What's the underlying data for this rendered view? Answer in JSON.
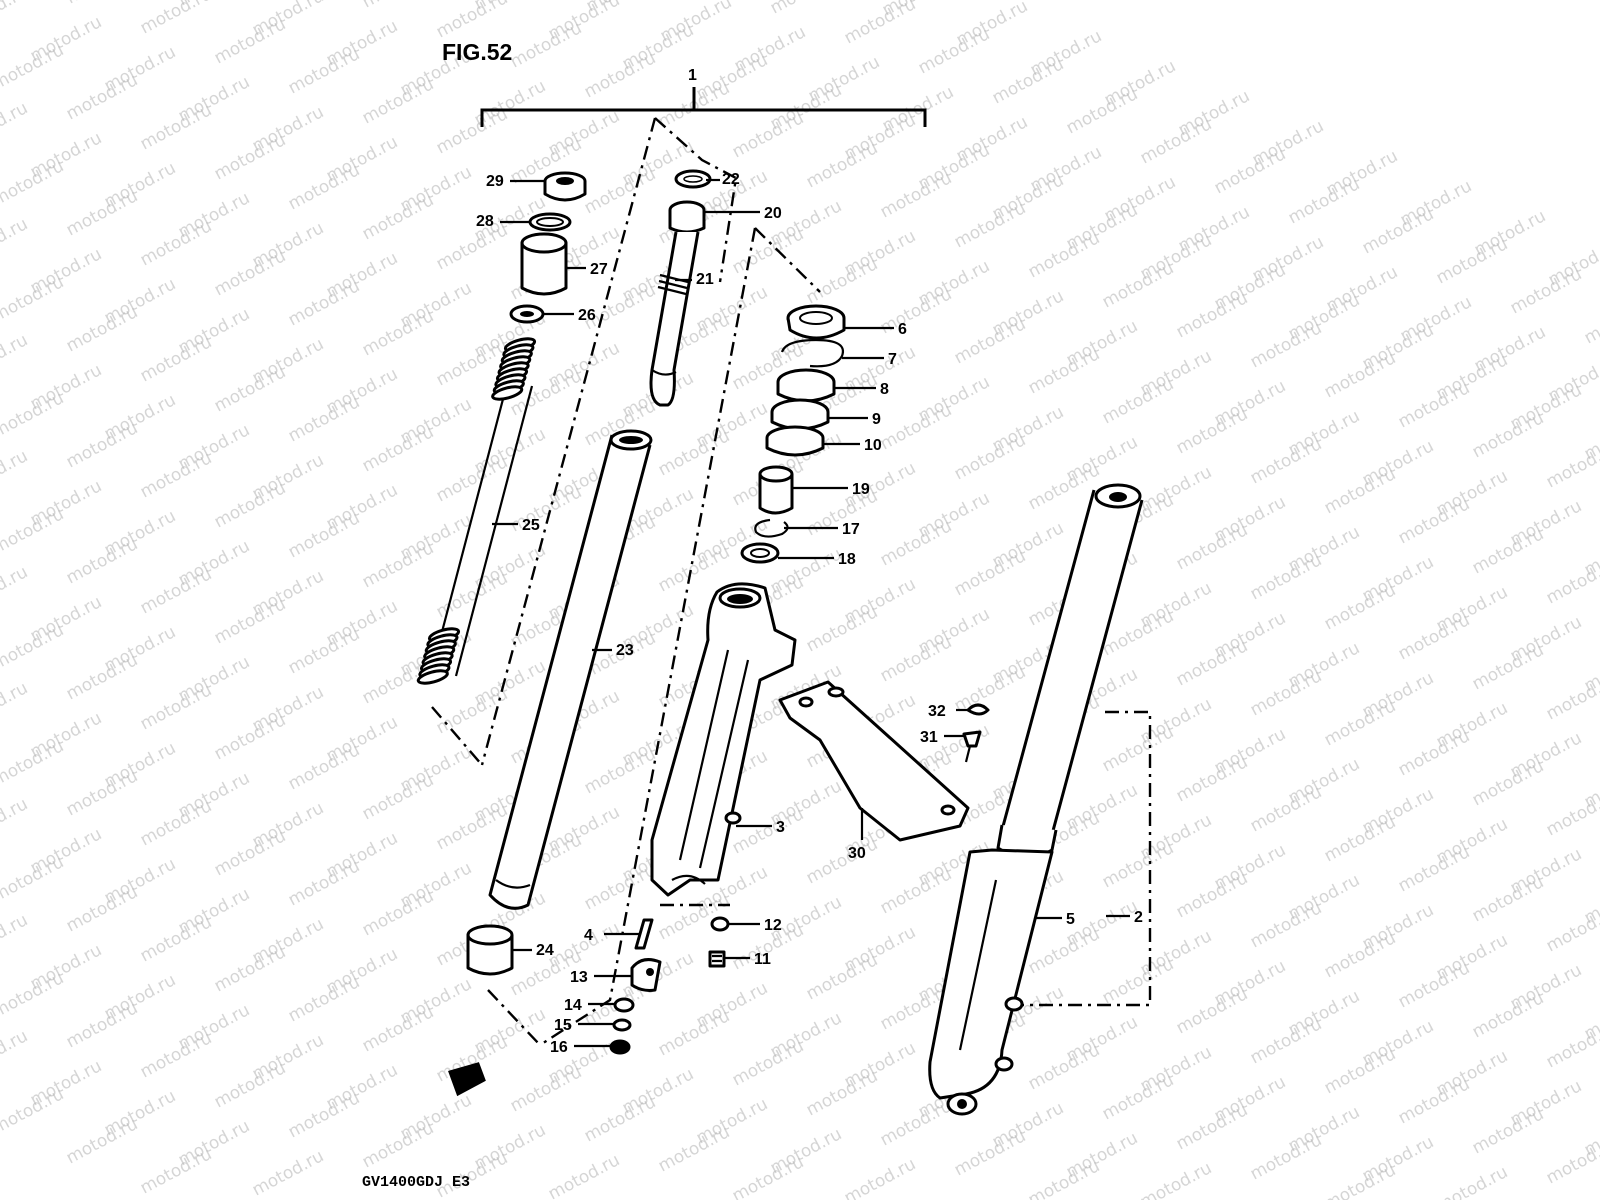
{
  "figure": {
    "title": "FIG.52",
    "model_code": "GV1400GDJ E3",
    "watermark": "motod.ru"
  },
  "callouts": {
    "c1": "1",
    "c2": "2",
    "c3": "3",
    "c4": "4",
    "c5": "5",
    "c6": "6",
    "c7": "7",
    "c8": "8",
    "c9": "9",
    "c10": "10",
    "c11": "11",
    "c12": "12",
    "c13": "13",
    "c14": "14",
    "c15": "15",
    "c16": "16",
    "c17": "17",
    "c18": "18",
    "c19": "19",
    "c20": "20",
    "c21": "21",
    "c22": "22",
    "c23": "23",
    "c24": "24",
    "c25": "25",
    "c26": "26",
    "c27": "27",
    "c28": "28",
    "c29": "29",
    "c30": "30",
    "c31": "31",
    "c32": "32"
  },
  "colors": {
    "ink": "#000000",
    "paper": "#ffffff",
    "watermark": "#b4b4b4"
  }
}
